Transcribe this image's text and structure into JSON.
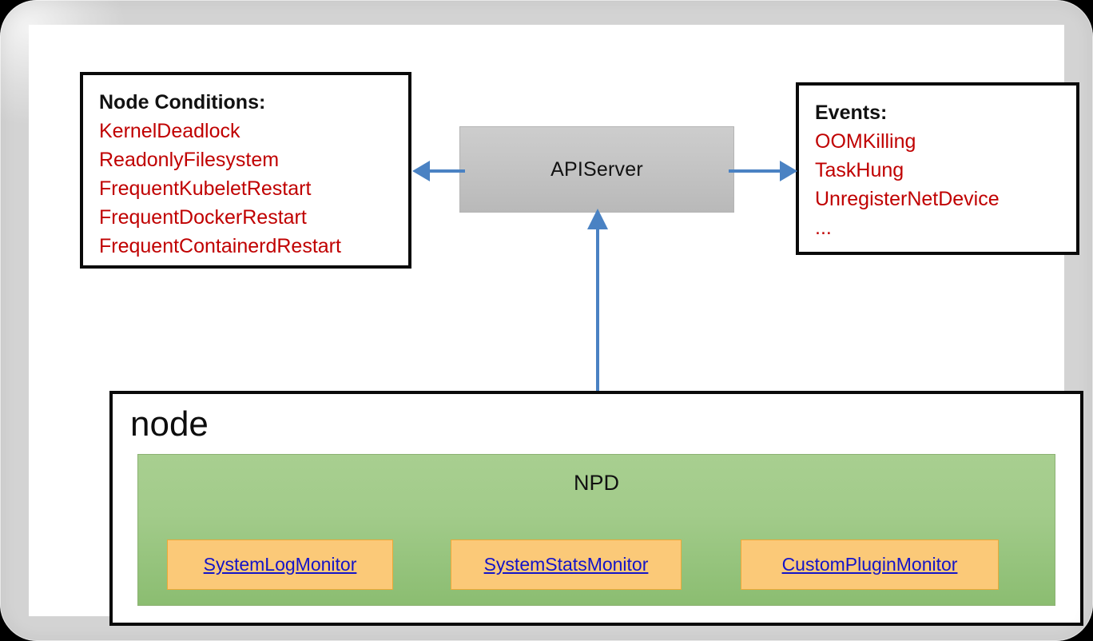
{
  "slide": {
    "node_conditions": {
      "title": "Node Conditions:",
      "items": [
        "KernelDeadlock",
        "ReadonlyFilesystem",
        "FrequentKubeletRestart",
        "FrequentDockerRestart",
        "FrequentContainerdRestart"
      ]
    },
    "events": {
      "title": "Events:",
      "items": [
        "OOMKilling",
        "TaskHung",
        "UnregisterNetDevice",
        "..."
      ]
    },
    "apiserver": {
      "label": "APIServer"
    },
    "node": {
      "title": "node",
      "npd": {
        "label": "NPD",
        "plugins": [
          "SystemLogMonitor",
          "SystemStatsMonitor",
          "CustomPluginMonitor"
        ]
      }
    },
    "arrows": [
      {
        "name": "apiserver-to-node-conditions",
        "direction": "left"
      },
      {
        "name": "apiserver-to-events",
        "direction": "right"
      },
      {
        "name": "npd-to-apiserver",
        "direction": "up"
      }
    ],
    "colors": {
      "condition_text": "#C00000",
      "event_text": "#C00000",
      "apiserver_fill": "#C6C6C6",
      "npd_fill": "#A2CB8A",
      "plugin_fill": "#FBC978",
      "plugin_text": "#1414C8",
      "arrow": "#4A82C3",
      "box_border": "#0A0A0A",
      "background": "#FFFFFF"
    }
  }
}
